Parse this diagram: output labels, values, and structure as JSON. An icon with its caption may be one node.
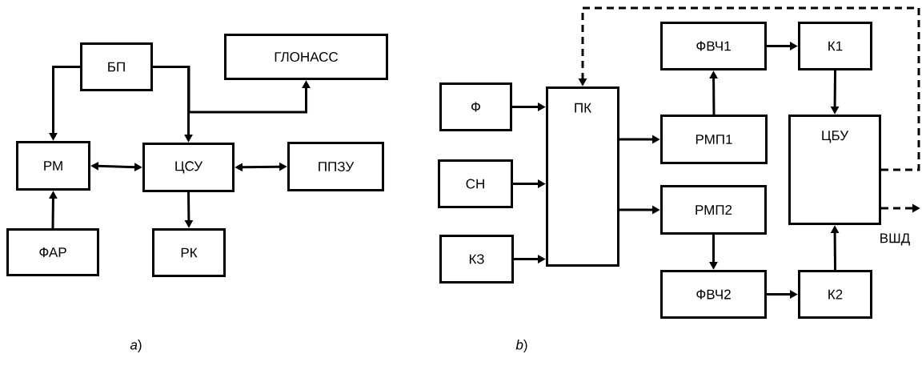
{
  "diagram": {
    "nodes": [
      {
        "text": [
          "БП"
        ]
      },
      {
        "text": [
          "ГЛОНАСС"
        ]
      },
      {
        "text": [
          "РМ"
        ]
      },
      {
        "text": [
          "ЦСУ"
        ]
      },
      {
        "text": [
          "ППЗУ"
        ]
      },
      {
        "text": [
          "ФАР"
        ]
      },
      {
        "text": [
          "РК"
        ]
      },
      {
        "text": [
          "Ф"
        ]
      },
      {
        "text": [
          "СН"
        ]
      },
      {
        "text": [
          "КЗ"
        ]
      },
      {
        "text": [
          "ПК"
        ]
      },
      {
        "text": [
          "ФВЧ1"
        ]
      },
      {
        "text": [
          "К1"
        ]
      },
      {
        "text": [
          "РМП1"
        ]
      },
      {
        "text": [
          "ЦБУ"
        ]
      },
      {
        "text": [
          "РМП2"
        ]
      },
      {
        "text": [
          "ФВЧ2"
        ]
      },
      {
        "text": [
          "К2"
        ]
      }
    ],
    "edges": [
      {
        "from": 0,
        "to": 2,
        "arrow": "to"
      },
      {
        "from": 0,
        "to": 3,
        "arrow": "to"
      },
      {
        "from": 0,
        "to": 1,
        "arrow": "to"
      },
      {
        "from": 2,
        "to": 3,
        "arrow": "both"
      },
      {
        "from": 3,
        "to": 4,
        "arrow": "both"
      },
      {
        "from": 5,
        "to": 2,
        "arrow": "to"
      },
      {
        "from": 3,
        "to": 6,
        "arrow": "to"
      },
      {
        "from": 7,
        "to": 10,
        "arrow": "to"
      },
      {
        "from": 8,
        "to": 10,
        "arrow": "to"
      },
      {
        "from": 9,
        "to": 10,
        "arrow": "to"
      },
      {
        "from": 14,
        "to": 10,
        "arrow": "to",
        "style": "dashed"
      },
      {
        "from": 10,
        "to": 13,
        "arrow": "to"
      },
      {
        "from": 10,
        "to": 15,
        "arrow": "to"
      },
      {
        "from": 13,
        "to": 11,
        "arrow": "to"
      },
      {
        "from": 11,
        "to": 12,
        "arrow": "to"
      },
      {
        "from": 12,
        "to": 14,
        "arrow": "to"
      },
      {
        "from": 15,
        "to": 16,
        "arrow": "to"
      },
      {
        "from": 16,
        "to": 17,
        "arrow": "to"
      },
      {
        "from": 17,
        "to": 14,
        "arrow": "to"
      },
      {
        "from": 14,
        "to": null,
        "arrow": "to",
        "style": "dashed",
        "label": "ВШД"
      }
    ],
    "labels": [
      "*a*)",
      "*b*)"
    ]
  }
}
